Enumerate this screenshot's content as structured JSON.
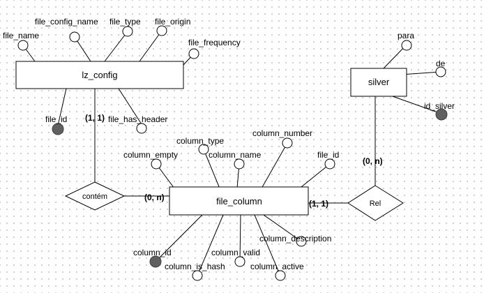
{
  "diagram": {
    "entities": {
      "lz_config": "lz_config",
      "silver": "silver",
      "file_column": "file_column"
    },
    "relationships": {
      "contem": "contém",
      "rel": "Rel"
    },
    "lz_config_attrs": {
      "file_name": "file_name",
      "file_config_name": "file_config_name",
      "file_type": "file_type",
      "file_origin": "file_origin",
      "file_frequency": "file_frequency",
      "file_id": "file_id",
      "file_has_header": "file_has_header"
    },
    "silver_attrs": {
      "para": "para",
      "de": "de",
      "id_silver": "id_silver"
    },
    "file_column_attrs": {
      "column_empty": "column_empty",
      "column_type": "column_type",
      "column_name": "column_name",
      "column_number": "column_number",
      "file_id": "file_id",
      "column_id": "column_id",
      "column_is_hash": "column_is_hash",
      "column_valid": "column_valid",
      "column_description": "column_description",
      "column_active": "column_active"
    },
    "cardinalities": {
      "lz_contem": "(1, 1)",
      "contem_fc": "(0, n)",
      "fc_rel": "(1, 1)",
      "silver_rel": "(0, n)"
    }
  }
}
